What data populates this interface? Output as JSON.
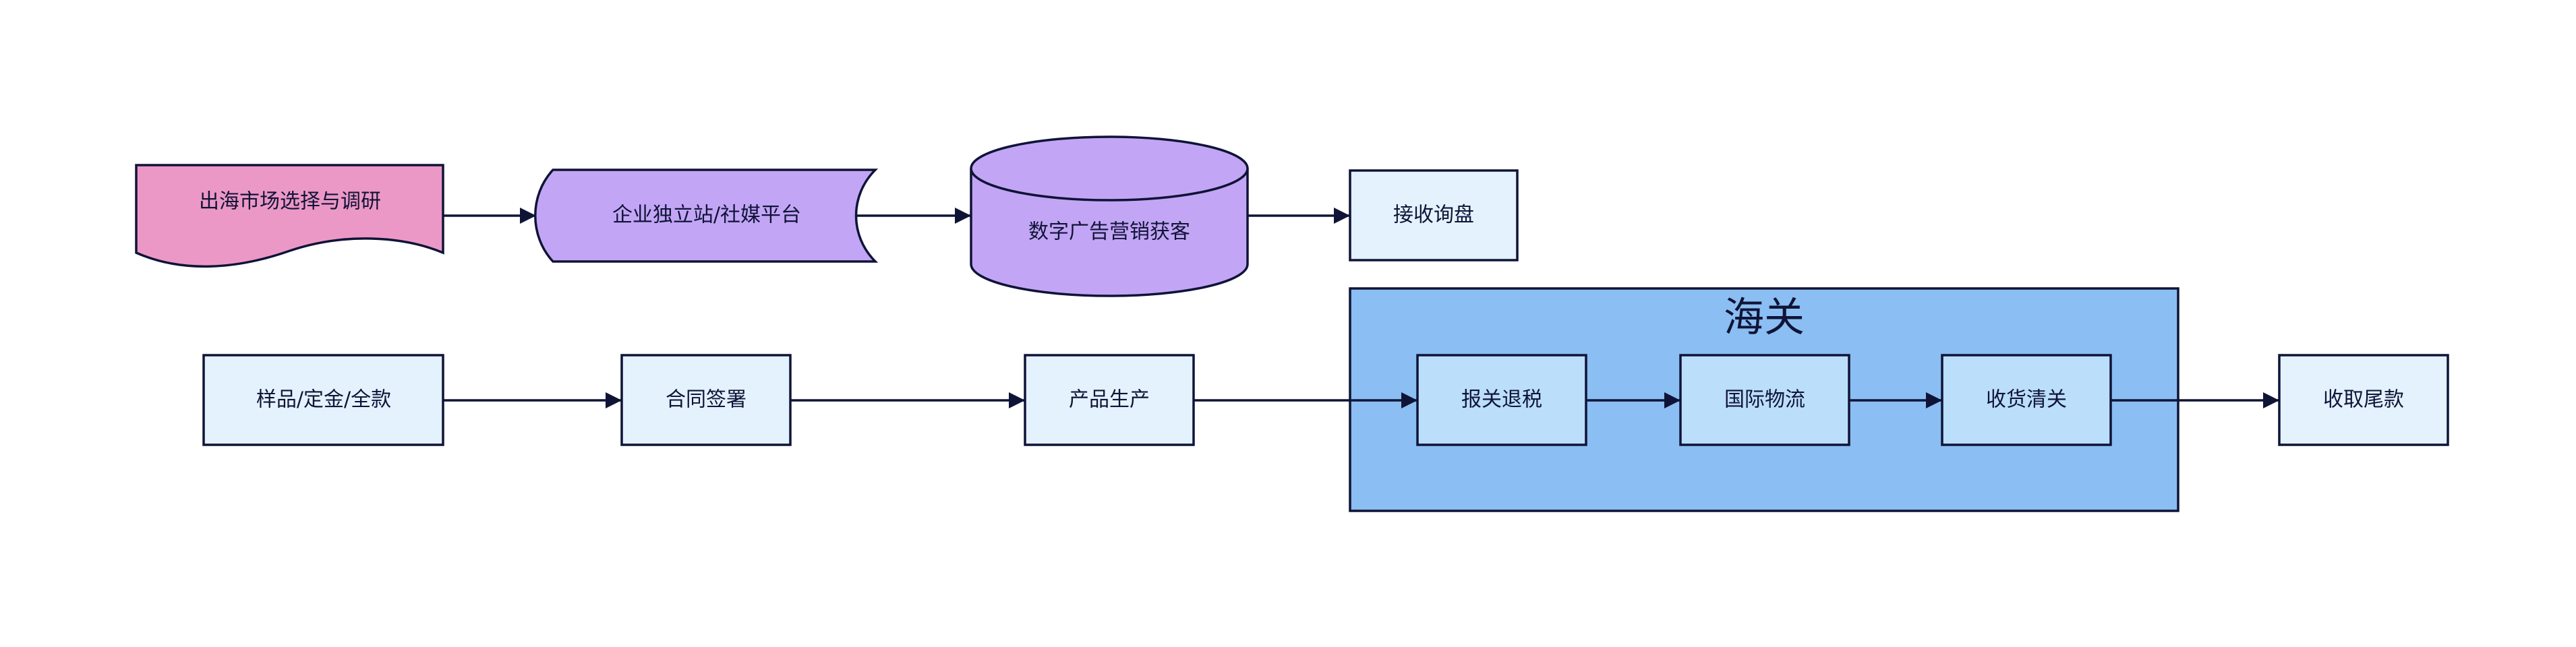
{
  "colors": {
    "stroke": "#0f1437",
    "light_box": "#e3f2fd",
    "mid_box": "#bbdefb",
    "group": "#8bbef2",
    "pink": "#ec98c6",
    "purple": "#c3a5f5"
  },
  "nodes": {
    "market_research": "出海市场选择与调研",
    "independent_site": "企业独立站/社媒平台",
    "digital_ads": "数字广告营销获客",
    "receive_inquiry": "接收询盘",
    "samples_deposit": "样品/定金/全款",
    "contract_signing": "合同签署",
    "production": "产品生产",
    "customs_group": "海关",
    "declare_refund": "报关退税",
    "logistics": "国际物流",
    "receiving_clearance": "收货清关",
    "final_payment": "收取尾款"
  }
}
